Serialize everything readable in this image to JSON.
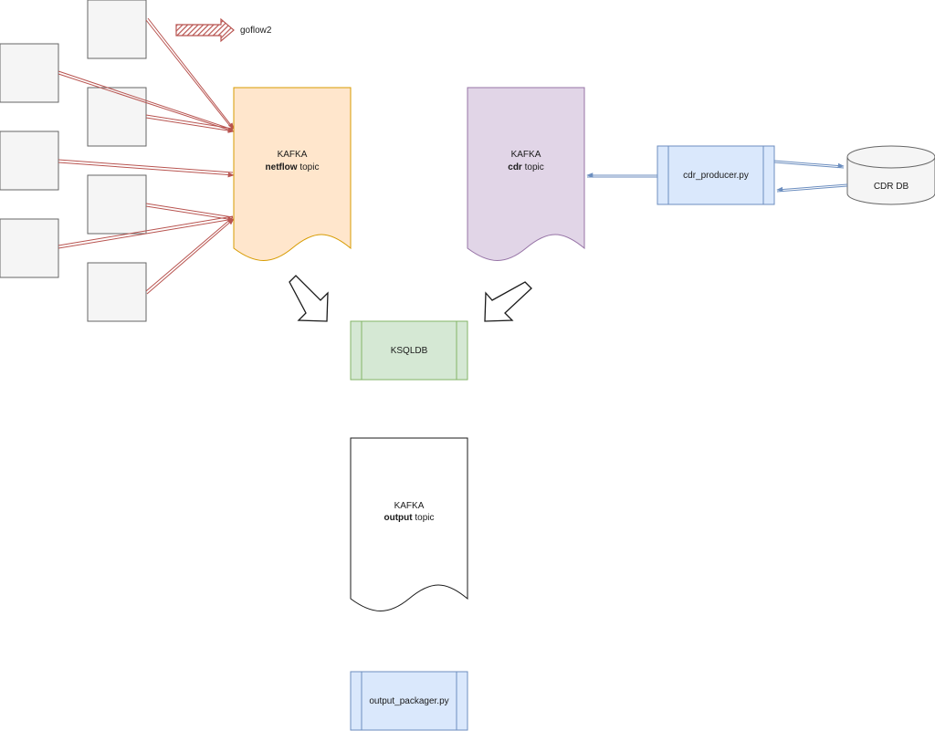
{
  "legend": {
    "label": "goflow2"
  },
  "kafka_netflow": {
    "line1": "KAFKA",
    "bold": "netflow",
    "rest": " topic"
  },
  "kafka_cdr": {
    "line1": "KAFKA",
    "bold": "cdr",
    "rest": " topic"
  },
  "kafka_output": {
    "line1": "KAFKA",
    "bold": "output",
    "rest": " topic"
  },
  "cdr_producer": {
    "label": "cdr_producer.py"
  },
  "cdr_db": {
    "label": "CDR DB"
  },
  "ksqldb": {
    "label": "KSQLDB"
  },
  "output_packager": {
    "label": "output_packager.py"
  },
  "colors": {
    "collector_fill": "#f5f5f5",
    "collector_stroke": "#666666",
    "flow_arrow": "#b85450",
    "netflow_fill": "#ffe6cc",
    "netflow_stroke": "#d79b00",
    "cdr_fill": "#e1d5e7",
    "cdr_stroke": "#9673a6",
    "process_fill": "#dae8fc",
    "process_stroke": "#6c8ebf",
    "ksql_fill": "#d5e8d4",
    "ksql_stroke": "#82b366",
    "db_fill": "#f5f5f5",
    "db_stroke": "#666666"
  }
}
